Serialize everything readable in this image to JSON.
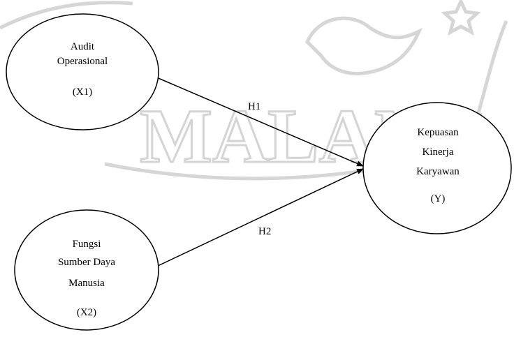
{
  "watermark": {
    "text": "MALANG"
  },
  "diagram": {
    "nodes": [
      {
        "id": "x1",
        "lines": [
          "Audit",
          "Operasional"
        ],
        "code": "(X1)"
      },
      {
        "id": "x2",
        "lines": [
          "Fungsi",
          "Sumber Daya",
          "Manusia"
        ],
        "code": "(X2)"
      },
      {
        "id": "y",
        "lines": [
          "Kepuasan",
          "Kinerja",
          "Karyawan"
        ],
        "code": "(Y)"
      }
    ],
    "edges": [
      {
        "from": "x1",
        "to": "y",
        "label": "H1"
      },
      {
        "from": "x2",
        "to": "y",
        "label": "H2"
      }
    ]
  },
  "colors": {
    "stroke": "#000000",
    "watermark": "#d4d4d4"
  }
}
